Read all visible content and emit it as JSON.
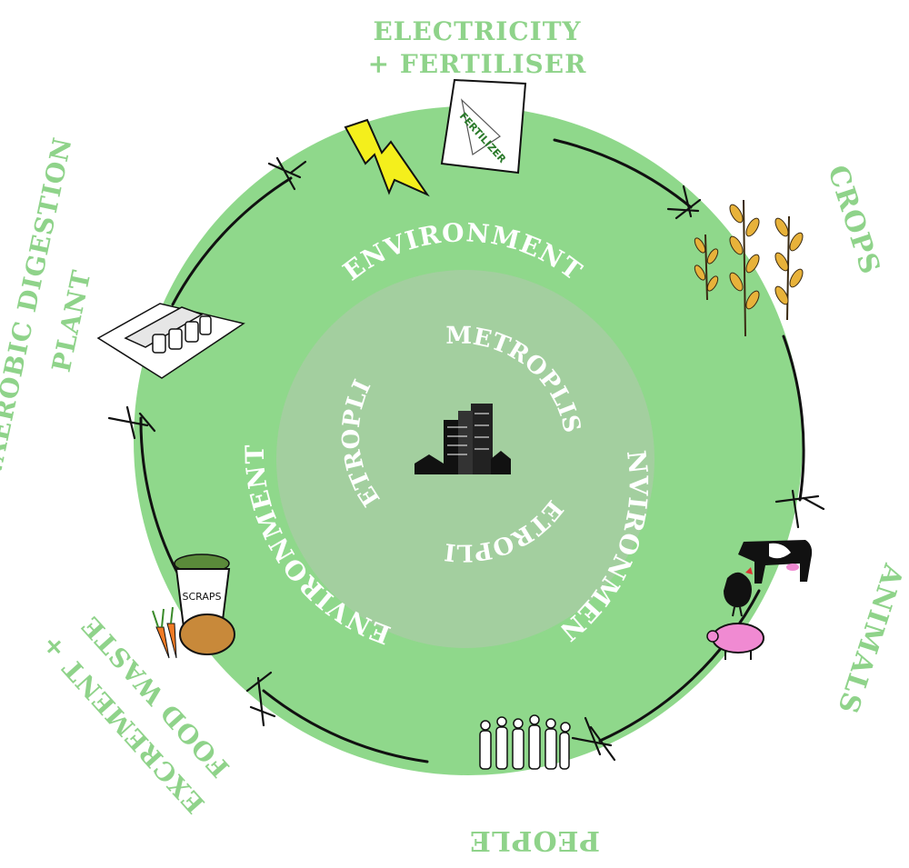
{
  "diagram": {
    "colors": {
      "outer_ring": "#8fd88b",
      "inner_circle": "#a3cf9f",
      "label_green": "#8fd38a",
      "cycle_line": "#111111",
      "lightning": "#f4ef1c",
      "pig": "#f08ad2",
      "potato": "#c8893a",
      "wheat": "#e8b23a"
    },
    "labels": {
      "electricity_line1": "ELECTRICITY",
      "electricity_line2": "+ FERTILISER",
      "crops": "CROPS",
      "animals": "ANIMALS",
      "people": "PEOPLE",
      "excrement_line1": "EXCREMENT +",
      "excrement_line2": "FOOD WASTE",
      "anaerobic_line1": "ANAEROBIC DIGESTION",
      "anaerobic_line2": "PLANT"
    },
    "ring_labels": {
      "environment_top": "ENVIRONMENT",
      "environment_right": "ENVIRONMENT",
      "environment_left": "ENVIRONMENT"
    },
    "center_labels": {
      "metropolis_top": "METROPLIS",
      "metropolis_left": "METROPLIS",
      "metropolis_bottom": "METROPLIS"
    },
    "icons": {
      "fertilizer_bag_text": "FERTILIZER",
      "scraps_bucket_text": "SCRAPS"
    }
  }
}
